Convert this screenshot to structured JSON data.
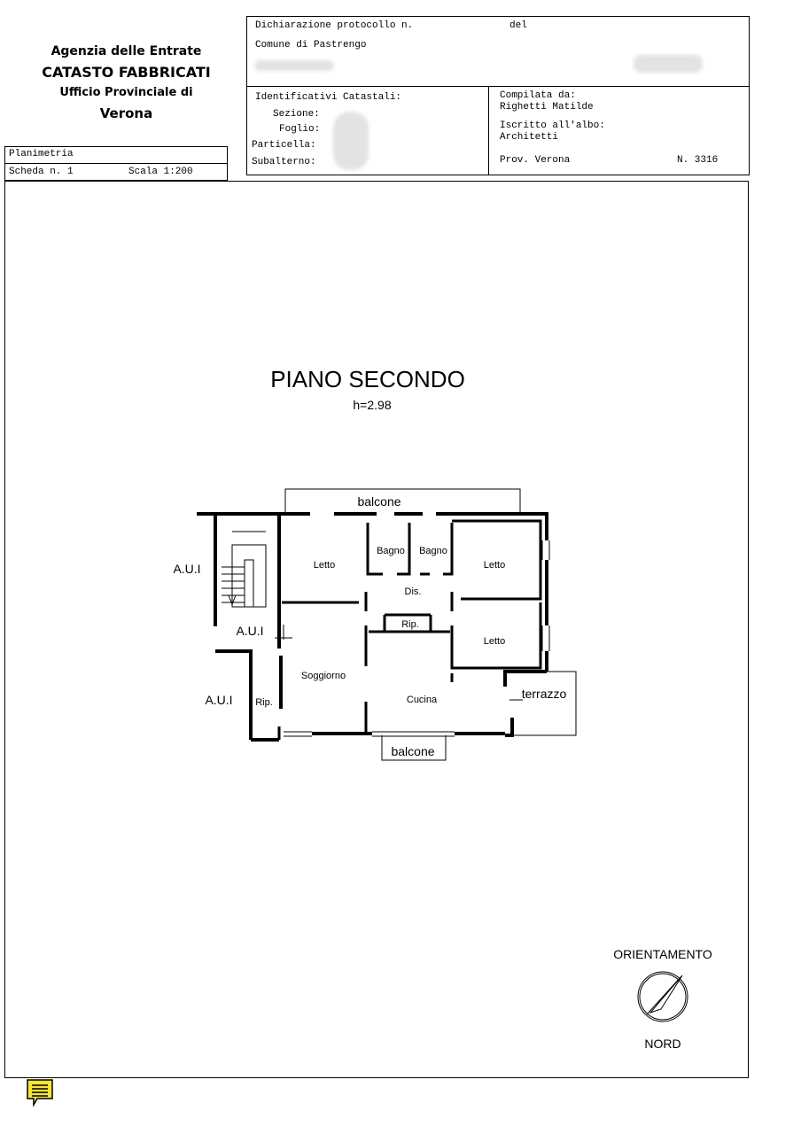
{
  "header": {
    "agency": "Agenzia delle Entrate",
    "department": "CATASTO FABBRICATI",
    "office": "Ufficio Provinciale di",
    "city": "Verona"
  },
  "sheet": {
    "type": "Planimetria",
    "scheda": "Scheda n. 1",
    "scala": "Scala 1:200"
  },
  "declaration": {
    "protocollo": "Dichiarazione protocollo n.",
    "del": "del",
    "comune": "Comune di Pastrengo"
  },
  "cadastral": {
    "title": "Identificativi Catastali:",
    "sezione": "Sezione:",
    "foglio": "Foglio:",
    "particella": "Particella:",
    "subalterno": "Subalterno:"
  },
  "compiler": {
    "compilata_label": "Compilata da:",
    "compilata_name": "Righetti Matilde",
    "iscritto_label": "Iscritto all'albo:",
    "iscritto_value": "Architetti",
    "prov": "Prov. Verona",
    "numero": "N. 3316"
  },
  "plan": {
    "title": "PIANO SECONDO",
    "height": "h=2.98",
    "labels": {
      "balcone_top": "balcone",
      "balcone_bottom": "balcone",
      "letto_1": "Letto",
      "letto_2": "Letto",
      "letto_3": "Letto",
      "bagno_1": "Bagno",
      "bagno_2": "Bagno",
      "dis": "Dis.",
      "rip_1": "Rip.",
      "rip_2": "Rip.",
      "soggiorno": "Soggiorno",
      "cucina": "Cucina",
      "terrazzo": "terrazzo",
      "aui_1": "A.U.I",
      "aui_2": "A.U.I",
      "aui_3": "A.U.I"
    }
  },
  "orientation": {
    "title": "ORIENTAMENTO",
    "north": "NORD"
  },
  "icons": {
    "note": "note-icon",
    "compass": "compass-icon",
    "stairs_arrow": "arrow-down-icon"
  }
}
